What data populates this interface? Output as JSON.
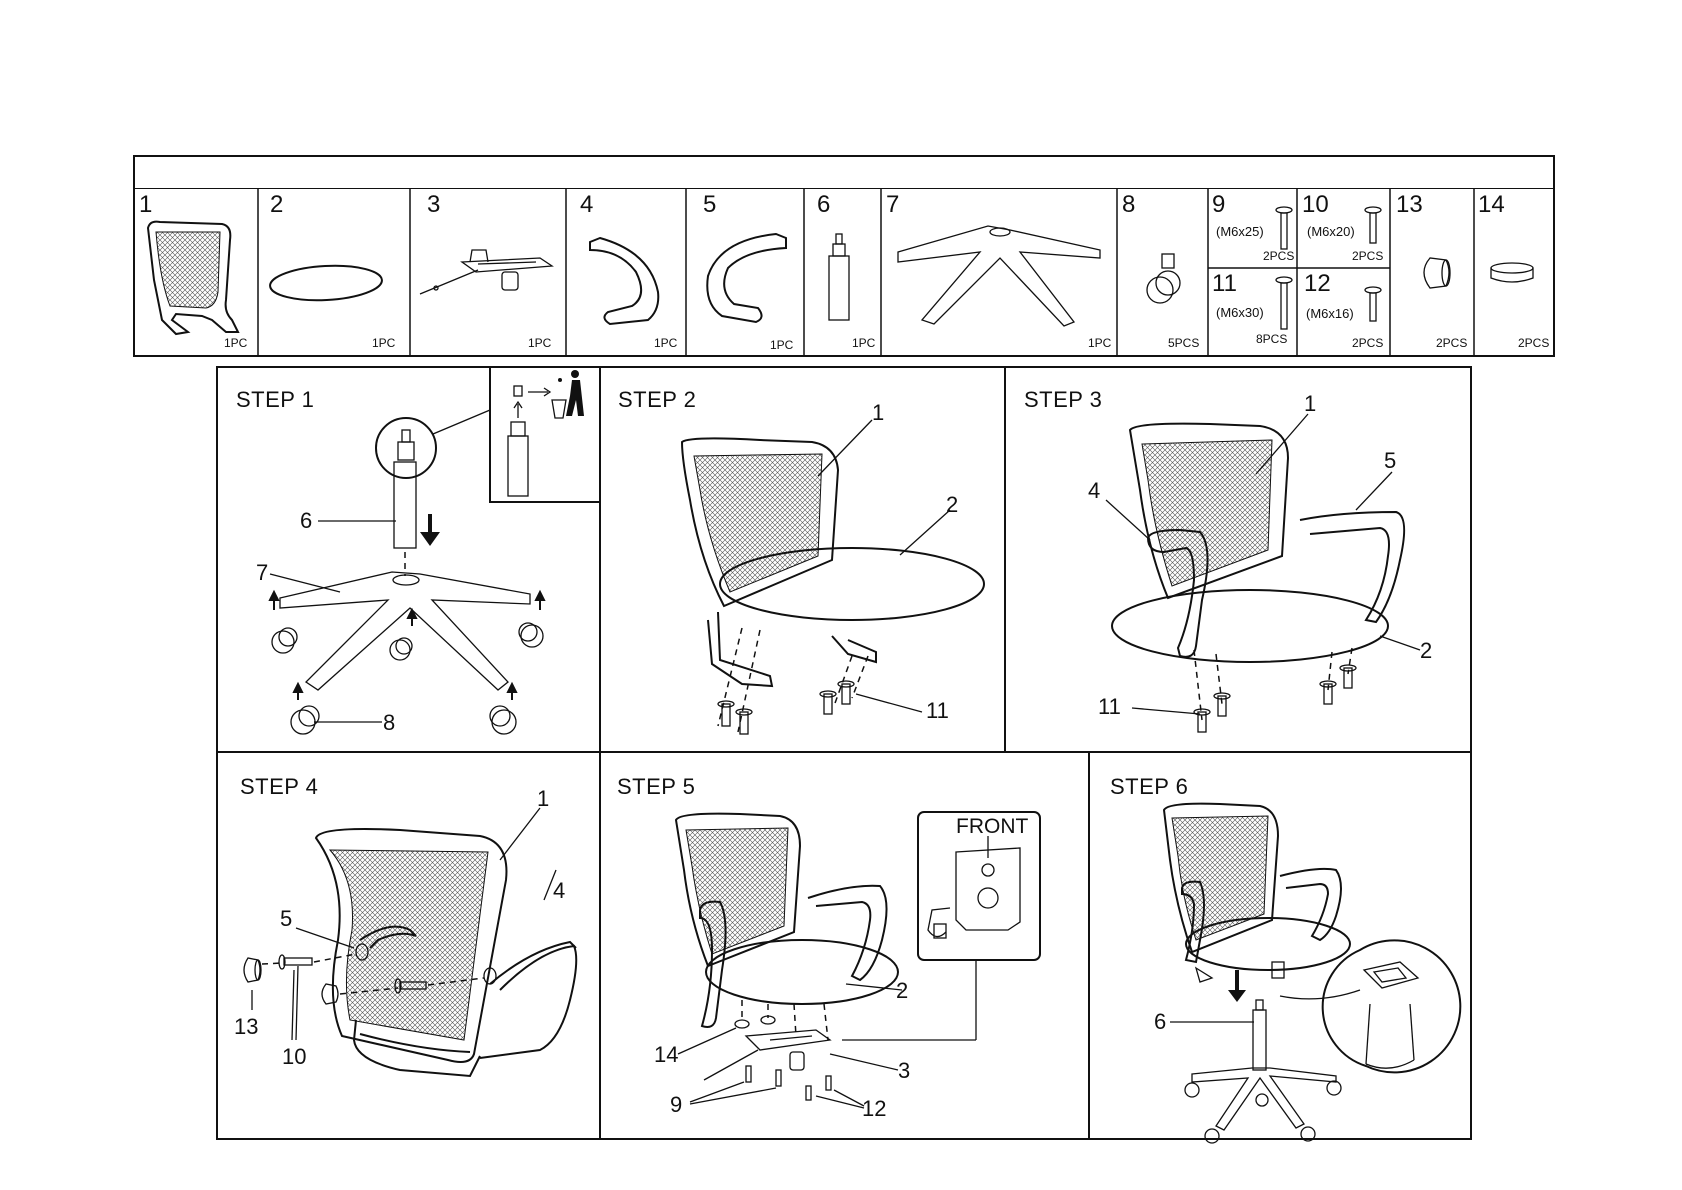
{
  "parts": [
    {
      "number": "1",
      "qty": "1PC"
    },
    {
      "number": "2",
      "qty": "1PC"
    },
    {
      "number": "3",
      "qty": "1PC"
    },
    {
      "number": "4",
      "qty": "1PC"
    },
    {
      "number": "5",
      "qty": "1PC"
    },
    {
      "number": "6",
      "qty": "1PC"
    },
    {
      "number": "7",
      "qty": "1PC"
    },
    {
      "number": "8",
      "qty": "5PCS"
    },
    {
      "number": "9",
      "size": "(M6x25)",
      "qty": "2PCS"
    },
    {
      "number": "10",
      "size": "(M6x20)",
      "qty": "2PCS"
    },
    {
      "number": "11",
      "size": "(M6x30)",
      "qty": "8PCS"
    },
    {
      "number": "12",
      "size": "(M6x16)",
      "qty": "2PCS"
    },
    {
      "number": "13",
      "qty": "2PCS"
    },
    {
      "number": "14",
      "qty": "2PCS"
    }
  ],
  "steps": [
    {
      "title": "STEP 1",
      "callouts": [
        "6",
        "7",
        "8"
      ]
    },
    {
      "title": "STEP 2",
      "callouts": [
        "1",
        "2",
        "11"
      ]
    },
    {
      "title": "STEP 3",
      "callouts": [
        "1",
        "5",
        "4",
        "2",
        "11"
      ]
    },
    {
      "title": "STEP 4",
      "callouts": [
        "1",
        "4",
        "5",
        "13",
        "10"
      ]
    },
    {
      "title": "STEP 5",
      "callouts": [
        "2",
        "14",
        "3",
        "9",
        "12"
      ],
      "inset_label": "FRONT"
    },
    {
      "title": "STEP 6",
      "callouts": [
        "6"
      ]
    }
  ],
  "icons": [
    "chair-back-icon",
    "seat-cushion-icon",
    "mechanism-icon",
    "armrest-left-icon",
    "armrest-right-icon",
    "gas-lift-icon",
    "base-icon",
    "caster-icon",
    "screw-icon",
    "cap-icon",
    "washer-icon",
    "trash-bin-icon",
    "down-arrow-icon"
  ]
}
